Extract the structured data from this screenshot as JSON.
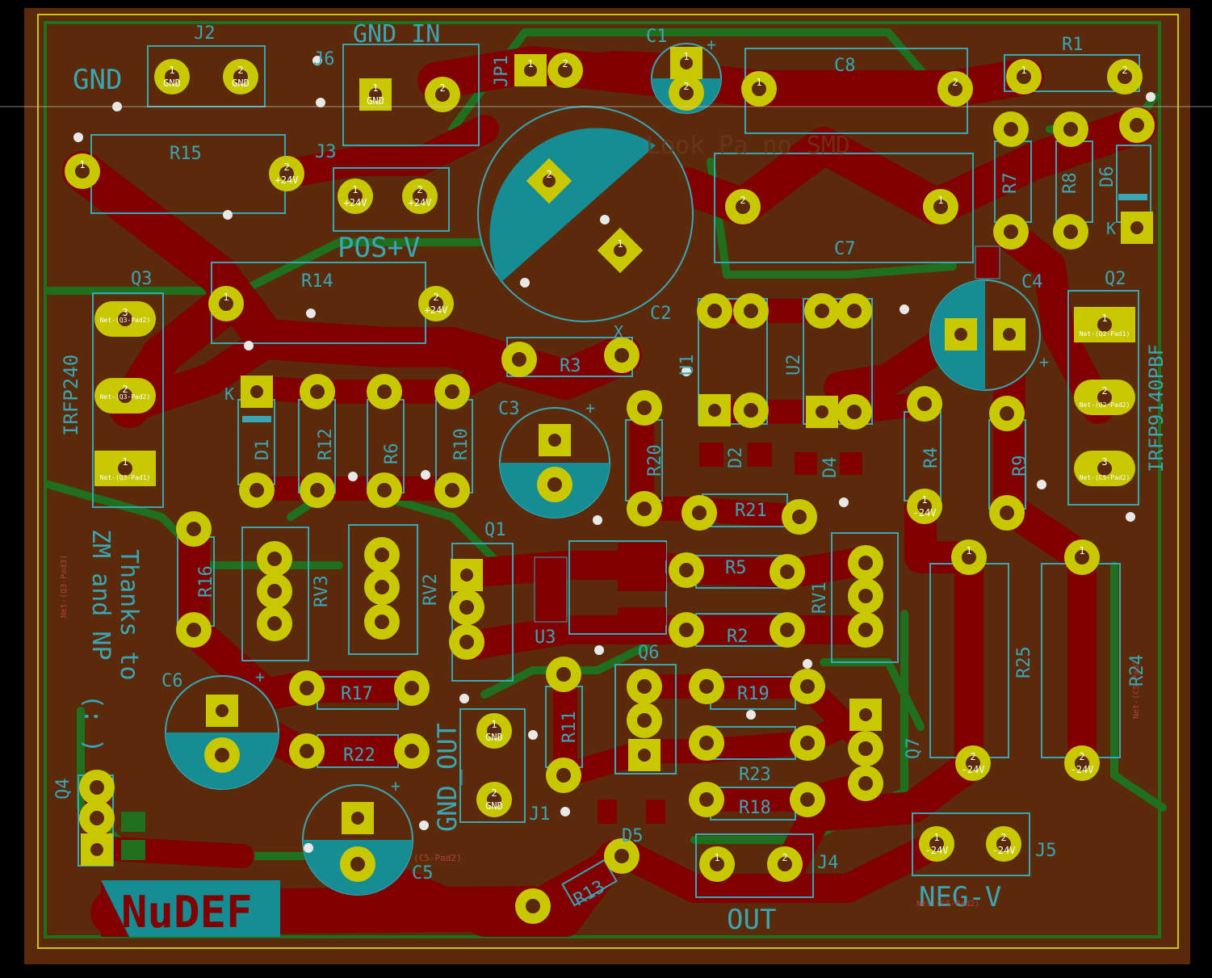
{
  "colors": {
    "background": "#000000",
    "board": "#5a2a0b",
    "copper": "#800000",
    "copper_back": "#1f6f1f",
    "pad": "#c8c800",
    "silk": "#3aa6b4",
    "edge": "#c8c800",
    "zone_teal": "#168d94"
  },
  "silk_labels": {
    "gnd_big": "GND",
    "gnd_in": "GND  IN",
    "pos_v": "POS+V",
    "neg_v": "NEG-V",
    "out": "OUT",
    "gnd_out": "GND_OUT",
    "irfp240": "IRFP240",
    "irfp9140": "IRFP9140PBF",
    "thanks": "Thanks to",
    "zm_np": "ZM and NP",
    "smile": "(: )",
    "brand": "NuDEF",
    "faint_text": "Look Pa no SMD"
  },
  "refs": {
    "J2": "J2",
    "J6": "J6",
    "J3": "J3",
    "J1": "J1",
    "J4": "J4",
    "J5": "J5",
    "JP1": "JP1",
    "C1": "C1",
    "C2": "C2",
    "C3": "C3",
    "C4": "C4",
    "C5": "C5",
    "C6": "C6",
    "C7": "C7",
    "C8": "C8",
    "R1": "R1",
    "R2": "R2",
    "R3": "R3",
    "R4": "R4",
    "R5": "R5",
    "R6": "R6",
    "R7": "R7",
    "R8": "R8",
    "R9": "R9",
    "R10": "R10",
    "R11": "R11",
    "R12": "R12",
    "R13": "R13",
    "R14": "R14",
    "R15": "R15",
    "R16": "R16",
    "R17": "R17",
    "R18": "R18",
    "R19": "R19",
    "R20": "R20",
    "R21": "R21",
    "R22": "R22",
    "R23": "R23",
    "R24": "R24",
    "R25": "R25",
    "Q1": "Q1",
    "Q2": "Q2",
    "Q3": "Q3",
    "Q4": "Q4",
    "Q6": "Q6",
    "Q7": "Q7",
    "U1": "U1",
    "U2": "U2",
    "U3": "U3",
    "D1": "D1",
    "D2": "D2",
    "D4": "D4",
    "D5": "D5",
    "D6": "D6",
    "RV1": "RV1",
    "RV2": "RV2",
    "RV3": "RV3"
  },
  "pad_labels": {
    "gnd": "GND",
    "pos24": "+24V",
    "neg24": "-24V",
    "pin1": "1",
    "pin2": "2",
    "pin3": "3",
    "k": "K",
    "x": "X",
    "plus": "+",
    "q3_pad1": "Net-(Q3-Pad1)",
    "q3_pad2": "Net-(Q3-Pad2)",
    "q3_pad3": "Net-(Q3-Pad3)",
    "q2_pad1": "Net-(Q2-Pad1)",
    "q2_pad2": "Net-(Q2-Pad2)",
    "c5_pad2": "Net-(C5-Pad2)",
    "c5_pad2b": "(C5-Pad2)"
  }
}
